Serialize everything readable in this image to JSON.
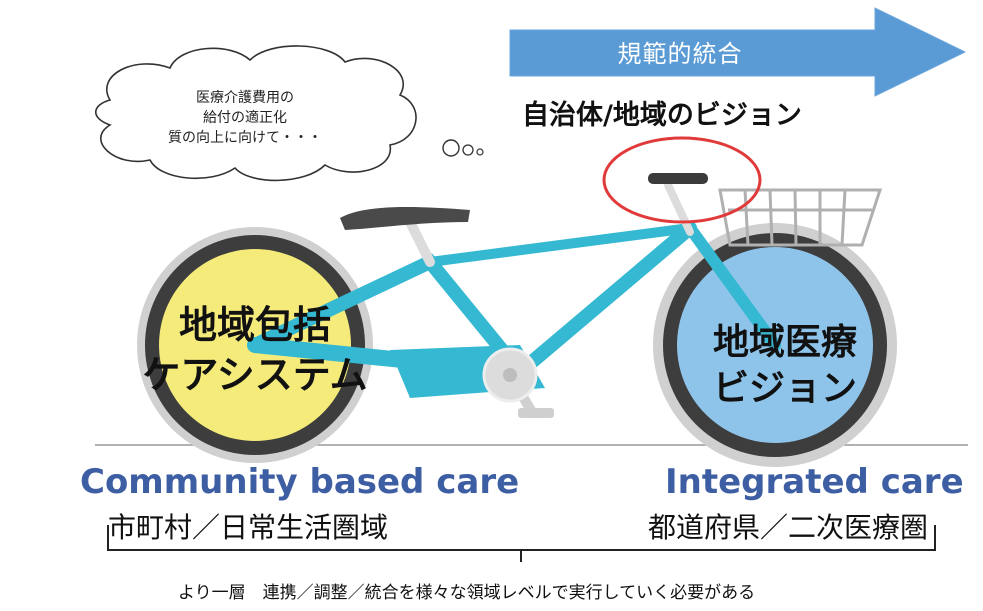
{
  "cloud": {
    "lines": [
      "医療介護費用の",
      "給付の適正化",
      "質の向上に向けて・・・"
    ]
  },
  "arrow": {
    "label": "規範的統合",
    "color": "#5b9bd5"
  },
  "vision_title": "自治体/地域のビジョン",
  "left_wheel": {
    "lines": [
      "地域包括",
      "ケアシステム"
    ],
    "color": "#f4eb7a"
  },
  "right_wheel": {
    "lines": [
      "地域医療",
      "ビジョン"
    ],
    "color": "#8ec4ea"
  },
  "frame_color": "#35b8d2",
  "highlight_color": "#e03a3a",
  "left_caption": {
    "en": "Community based care",
    "jp": "市町村／日常生活圏域"
  },
  "right_caption": {
    "en": "Integrated care",
    "jp": "都道府県／二次医療圏"
  },
  "footer": "より一層　連携／調整／統合を様々な領域レベルで実行していく必要がある"
}
